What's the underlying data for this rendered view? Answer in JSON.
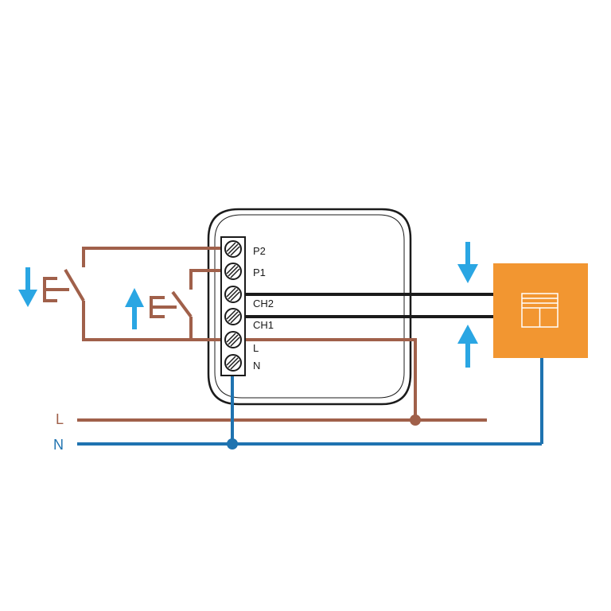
{
  "colors": {
    "live": "#a0604a",
    "neutral": "#1f73b0",
    "wire": "#1b1b1b",
    "arrow": "#2aa6e3",
    "motor": "#f29631",
    "module_outline": "#1b1b1b"
  },
  "terminals": [
    "P2",
    "P1",
    "CH2",
    "CH1",
    "L",
    "N"
  ],
  "bus": {
    "live_label": "L",
    "neutral_label": "N"
  },
  "icons": {
    "switch_1": "push-button-down-icon",
    "switch_2": "push-button-up-icon",
    "motor": "roller-shutter-icon"
  }
}
